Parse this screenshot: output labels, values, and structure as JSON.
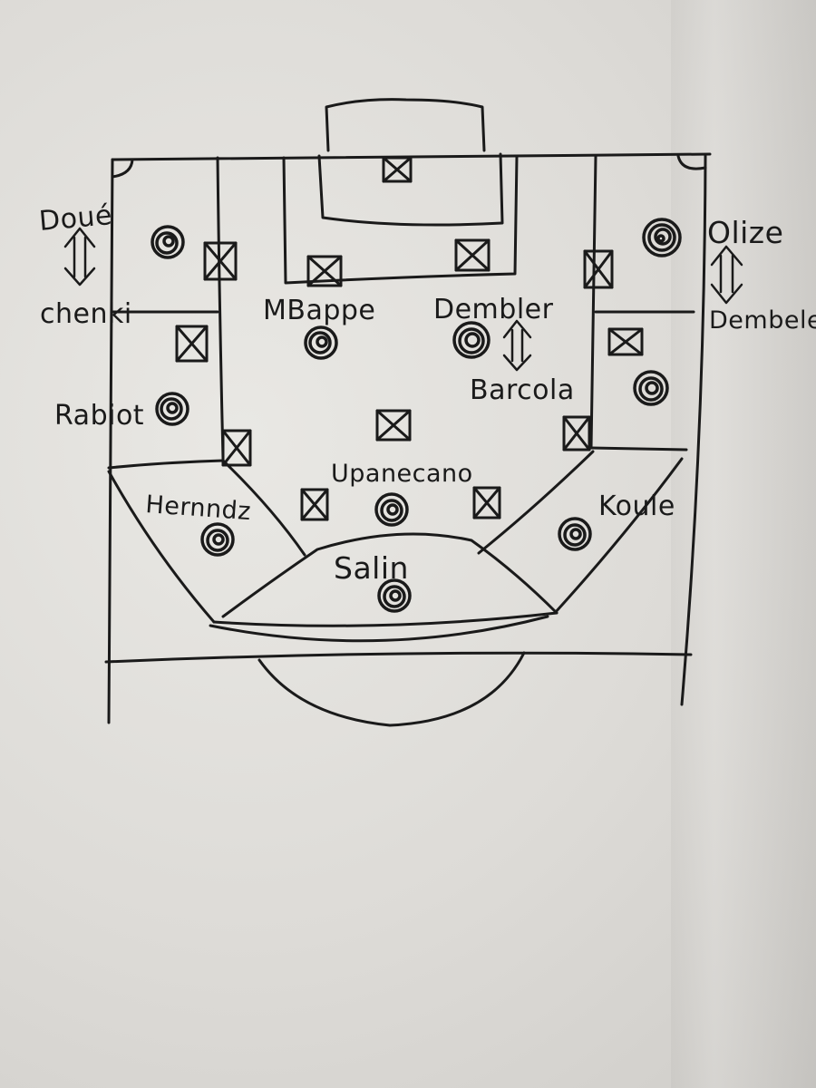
{
  "sketch": {
    "ink_color": "#1a1a1a",
    "paper_color": "#e4e2de",
    "labels": {
      "doue": "Doué",
      "chenki": "chenki",
      "rabiot": "Rabiot",
      "hernandez": "Hernndz",
      "mbappe": "MBappe",
      "dembele_top": "Dembler",
      "barcola": "Barcola",
      "camavinga": "Upanecano",
      "saliba": "Salin",
      "olise": "Olize",
      "dembele_right": "Dembele",
      "kounde": "Koule"
    }
  }
}
